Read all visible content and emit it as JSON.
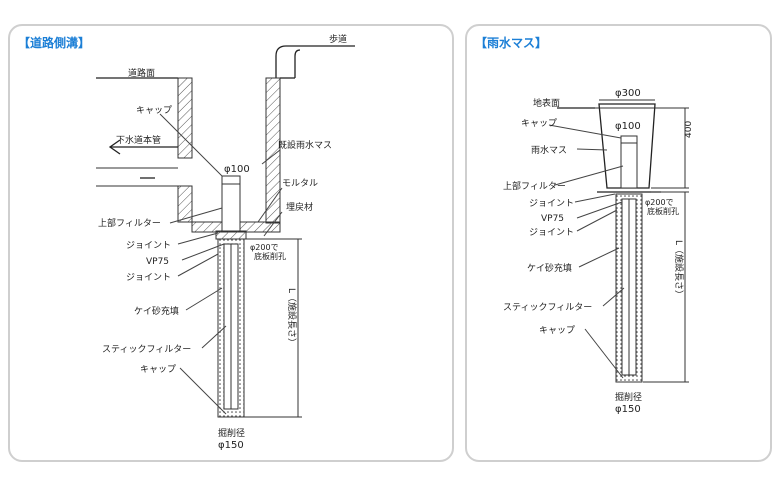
{
  "colors": {
    "title": "#1c7fd6",
    "border": "#cfcfcf",
    "line": "#333333"
  },
  "left": {
    "title": "【道路側溝】",
    "labels": {
      "sidewalk": "歩道",
      "road_surface": "道路面",
      "cap_top": "キャップ",
      "sewer_main": "下水道本管",
      "dia100": "φ100",
      "existing_basin": "既設雨水マス",
      "mortar": "モルタル",
      "backfill": "埋戻材",
      "upper_filter": "上部フィルター",
      "joint1": "ジョイント",
      "vp75": "VP75",
      "joint2": "ジョイント",
      "dia200": "φ200で",
      "bottom_bore": "底板削孔",
      "silica": "ケイ砂充填",
      "stick_filter": "スティックフィルター",
      "cap_bottom": "キャップ",
      "length": "L（施設長さ）",
      "bore_label": "掘削径",
      "bore_dia": "φ150"
    }
  },
  "right": {
    "title": "【雨水マス】",
    "labels": {
      "ground": "地表面",
      "dia300": "φ300",
      "cap_top": "キャップ",
      "dia100": "φ100",
      "basin": "雨水マス",
      "dim400": "400",
      "upper_filter": "上部フィルター",
      "joint1": "ジョイント",
      "dia200": "φ200で",
      "bottom_bore": "底板削孔",
      "vp75": "VP75",
      "joint2": "ジョイント",
      "silica": "ケイ砂充填",
      "stick_filter": "スティックフィルター",
      "length": "L（施設長さ）",
      "cap_bottom": "キャップ",
      "bore_label": "掘削径",
      "bore_dia": "φ150"
    }
  }
}
